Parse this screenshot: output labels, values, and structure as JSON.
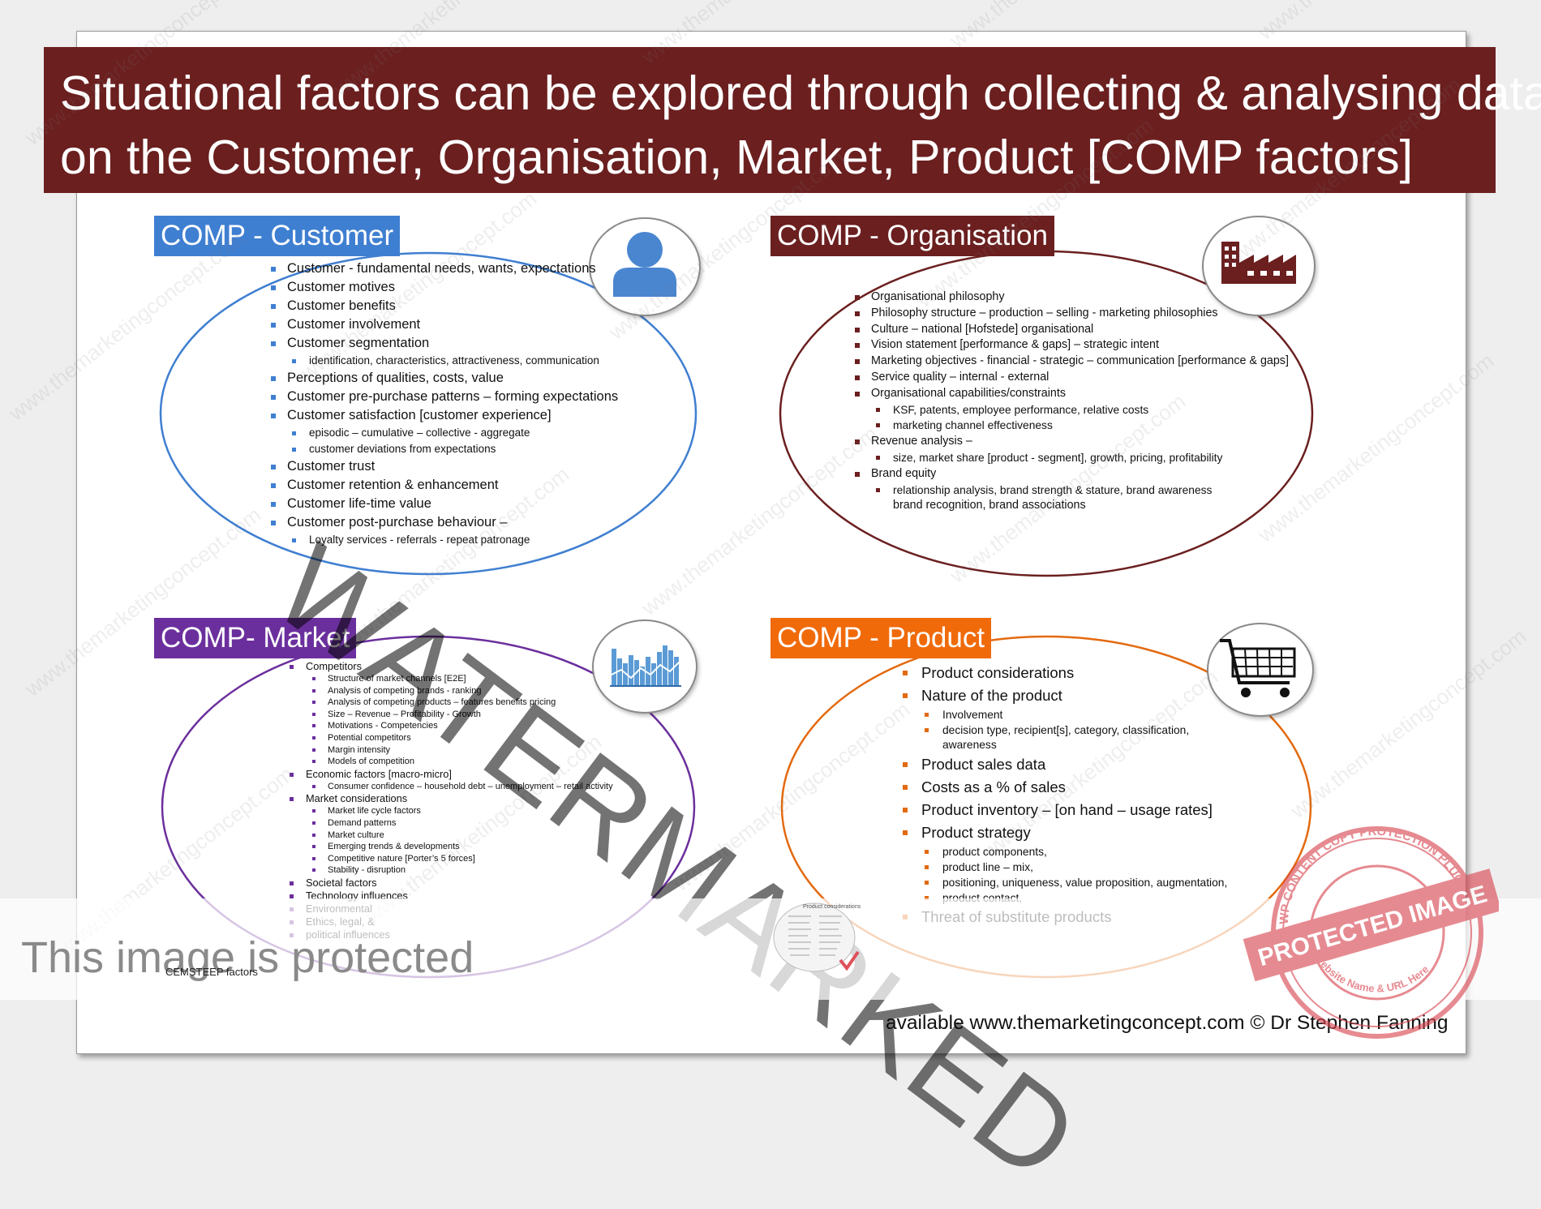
{
  "banner": {
    "line1": "Situational factors can be explored through collecting & analysing data",
    "line2": "on the Customer, Organisation, Market, Product [COMP factors]"
  },
  "colors": {
    "banner": "#6b1f1f",
    "customer": "#3f7fd1",
    "organisation": "#6b1f1f",
    "market": "#6b2f9d",
    "product": "#e36a10"
  },
  "customer": {
    "title": "COMP - Customer",
    "icon": "person-icon",
    "items": [
      {
        "level": 1,
        "text": "Customer - fundamental needs, wants, expectations"
      },
      {
        "level": 1,
        "text": "Customer motives"
      },
      {
        "level": 1,
        "text": "Customer benefits"
      },
      {
        "level": 1,
        "text": "Customer involvement"
      },
      {
        "level": 1,
        "text": "Customer segmentation"
      },
      {
        "level": 2,
        "text": "identification,  characteristics,  attractiveness,  communication"
      },
      {
        "level": 1,
        "text": "Perceptions of qualities, costs, value"
      },
      {
        "level": 1,
        "text": "Customer pre-purchase patterns – forming expectations"
      },
      {
        "level": 1,
        "text": "Customer satisfaction [customer experience]"
      },
      {
        "level": 2,
        "text": "episodic  – cumulative  – collective  - aggregate"
      },
      {
        "level": 2,
        "text": "customer deviations  from expectations"
      },
      {
        "level": 1,
        "text": "Customer trust"
      },
      {
        "level": 1,
        "text": "Customer retention & enhancement"
      },
      {
        "level": 1,
        "text": "Customer life-time value"
      },
      {
        "level": 1,
        "text": "Customer post-purchase behaviour –"
      },
      {
        "level": 2,
        "text": "Loyalty services  - referrals  - repeat patronage"
      }
    ]
  },
  "organisation": {
    "title": "COMP - Organisation",
    "icon": "factory-icon",
    "items": [
      {
        "level": 1,
        "text": "Organisational  philosophy"
      },
      {
        "level": 1,
        "text": "Philosophy  structure – production  – selling  - marketing  philosophies"
      },
      {
        "level": 1,
        "text": "Culture – national  [Hofstede]  organisational"
      },
      {
        "level": 1,
        "text": "Vision statement  [performance  & gaps] – strategic intent"
      },
      {
        "level": 1,
        "text": "Marketing objectives  - financial  - strategic  – communication  [performance  & gaps]"
      },
      {
        "level": 1,
        "text": "Service quality – internal  - external"
      },
      {
        "level": 1,
        "text": "Organisational  capabilities/constraints"
      },
      {
        "level": 2,
        "text": "KSF, patents,  employee  performance,  relative  costs"
      },
      {
        "level": 2,
        "text": "marketing channel effectiveness"
      },
      {
        "level": 1,
        "text": "Revenue analysis –"
      },
      {
        "level": 2,
        "text": "size, market share [product - segment], growth, pricing, profitability"
      },
      {
        "level": 1,
        "text": "Brand equity"
      },
      {
        "level": 2,
        "text": "relationship analysis, brand strength & stature, brand awareness"
      },
      {
        "level": 3,
        "text": "brand recognition, brand associations"
      }
    ]
  },
  "market": {
    "title": "COMP- Market",
    "icon": "bar-chart-icon",
    "items": [
      {
        "level": 1,
        "text": "Competitors"
      },
      {
        "level": 2,
        "text": "Structure of market channels [E2E]"
      },
      {
        "level": 2,
        "text": "Analysis of competing brands - ranking"
      },
      {
        "level": 2,
        "text": "Analysis of competing products – features benefits pricing"
      },
      {
        "level": 2,
        "text": "Size – Revenue – Profitability  - Growth"
      },
      {
        "level": 2,
        "text": "Motivations  - Competencies"
      },
      {
        "level": 2,
        "text": "Potential competitors"
      },
      {
        "level": 2,
        "text": "Margin intensity"
      },
      {
        "level": 2,
        "text": "Models of competition"
      },
      {
        "level": 1,
        "text": "Economic factors [macro-micro]"
      },
      {
        "level": 2,
        "text": "Consumer confidence – household debt – unemployment – retail activity"
      },
      {
        "level": 1,
        "text": "Market considerations"
      },
      {
        "level": 2,
        "text": "Market life cycle factors"
      },
      {
        "level": 2,
        "text": "Demand patterns"
      },
      {
        "level": 2,
        "text": "Market culture"
      },
      {
        "level": 2,
        "text": "Emerging trends & developments"
      },
      {
        "level": 2,
        "text": "Competitive nature [Porter’s 5 forces]"
      },
      {
        "level": 2,
        "text": "Stability  - disruption"
      },
      {
        "level": 1,
        "text": "Societal factors"
      },
      {
        "level": 1,
        "text": "Technology influences"
      },
      {
        "level": 1,
        "text": "Environmental"
      },
      {
        "level": 1,
        "text": "Ethics, legal,  &"
      },
      {
        "level": 1,
        "text": "political  influences"
      }
    ],
    "footnote": "CEMSTEEP factors"
  },
  "product": {
    "title": "COMP - Product",
    "icon": "shopping-cart-icon",
    "items": [
      {
        "level": 1,
        "text": "Product considerations"
      },
      {
        "level": 1,
        "text": "Nature of the product"
      },
      {
        "level": 2,
        "text": "Involvement"
      },
      {
        "level": 2,
        "text": "decision type, recipient[s], category, classification,"
      },
      {
        "level": 3,
        "text": "awareness"
      },
      {
        "level": 1,
        "text": "Product sales data"
      },
      {
        "level": 1,
        "text": "Costs as a % of sales"
      },
      {
        "level": 1,
        "text": "Product inventory – [on hand – usage rates]"
      },
      {
        "level": 1,
        "text": "Product strategy"
      },
      {
        "level": 2,
        "text": "product components,"
      },
      {
        "level": 2,
        "text": "product line – mix,"
      },
      {
        "level": 2,
        "text": "positioning, uniqueness, value proposition, augmentation,"
      },
      {
        "level": 2,
        "text": "product contact,"
      },
      {
        "level": 1,
        "text": "Threat of substitute products"
      }
    ]
  },
  "credit": "available  www.themarketingconcept.com © Dr Stephen Fanning",
  "overlays": {
    "watermark": "WATERMARKED",
    "protected": "This image is protected",
    "stamp_top": "WP CONTENT COPY PROTECTION PLUGIN",
    "stamp_band": "PROTECTED IMAGE",
    "stamp_bottom": "My Website Name & URL Here",
    "repeat_site": "www.themarketingconcept.com",
    "thumb_title": "Product considerations"
  }
}
